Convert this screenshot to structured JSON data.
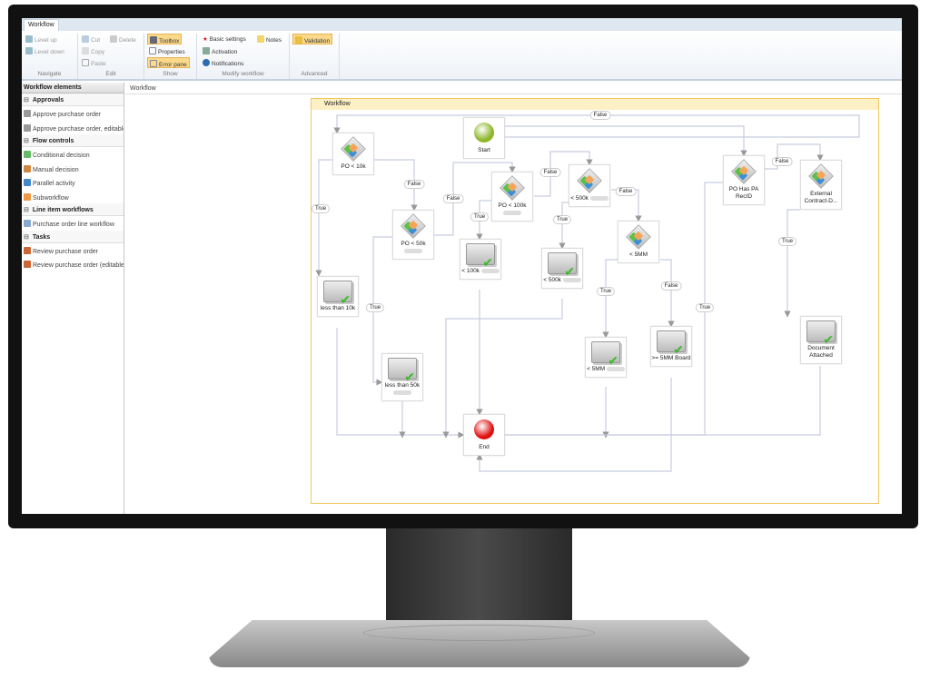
{
  "tab": "Workflow",
  "ribbon": {
    "navigate": {
      "label": "Navigate",
      "items": [
        "Level up",
        "Level down"
      ]
    },
    "edit": {
      "label": "Edit",
      "items": [
        "Cut",
        "Delete",
        "Copy",
        "Paste"
      ]
    },
    "show": {
      "label": "Show",
      "items": [
        "Toolbox",
        "Properties",
        "Error pane"
      ]
    },
    "modify": {
      "label": "Modify workflow",
      "items": [
        "Basic settings",
        "Notes",
        "Activation",
        "Notifications"
      ]
    },
    "advanced": {
      "label": "Advanced",
      "items": [
        "Validation"
      ]
    }
  },
  "sidebar": {
    "title": "Workflow elements",
    "categories": [
      {
        "label": "Approvals",
        "items": [
          "Approve purchase order",
          "Approve purchase order, editable"
        ]
      },
      {
        "label": "Flow controls",
        "items": [
          "Conditional decision",
          "Manual decision",
          "Parallel activity",
          "Subworkflow"
        ]
      },
      {
        "label": "Line item workflows",
        "items": [
          "Purchase order line workflow"
        ]
      },
      {
        "label": "Tasks",
        "items": [
          "Review purchase order",
          "Review purchase order (editable)"
        ]
      }
    ]
  },
  "breadcrumb": "Workflow",
  "canvas": {
    "title": "Workflow",
    "nodes": {
      "start": "Start",
      "end": "End",
      "d10k": "PO < 10k",
      "d50k": "PO < 50k",
      "d100k": "PO < 100k",
      "d500k": "< 500k",
      "d5mm": "< 5MM",
      "dpa": "PO Has PA RecID",
      "dext": "External Contract-D...",
      "t10k": "less than 10k",
      "t50k": "less than 50k",
      "t100k": "< 100k",
      "t500k": "< 500k",
      "t5mm": "< 5MM",
      "tboard": ">= 5MM Board",
      "tdoc": "Document Attached"
    },
    "edge_labels": {
      "true": "True",
      "false": "False"
    }
  },
  "colors": {
    "start": "#8db62a",
    "end": "#e01010",
    "highlight": "#fbd98b"
  }
}
